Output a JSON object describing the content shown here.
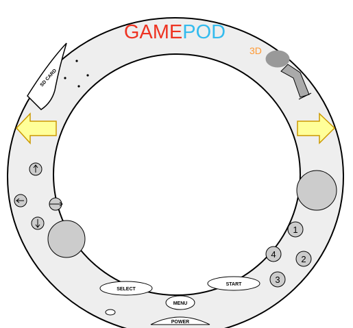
{
  "brand": {
    "part1": "GAME",
    "part2": "POD",
    "part1_color": "#ee3322",
    "part2_color": "#33bbee"
  },
  "labels": {
    "sd_card": "SD CARD",
    "three_d": "3D",
    "select": "SELECT",
    "start": "START",
    "menu": "MENU",
    "power": "POWER"
  },
  "face_buttons": {
    "b1": "1",
    "b2": "2",
    "b3": "3",
    "b4": "4"
  },
  "colors": {
    "arrow_fill": "#ffff99",
    "button_gray": "#cccccc",
    "three_d_color": "#ff9933"
  }
}
